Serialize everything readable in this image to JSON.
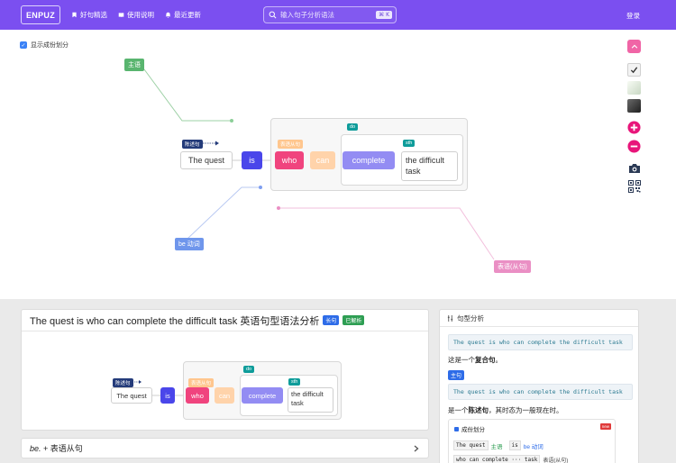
{
  "nav": {
    "brand": "ENPUZ",
    "items": [
      {
        "label": "好句精选",
        "icon": "bookmark-icon"
      },
      {
        "label": "使用说明",
        "icon": "book-icon"
      },
      {
        "label": "最近更新",
        "icon": "bell-icon"
      }
    ],
    "search_placeholder": "输入句子分析语法",
    "search_shortcut": "⌘ K",
    "login": "登录"
  },
  "canvas": {
    "toggle_label": "显示成份划分",
    "toggle_checked": true,
    "callouts": {
      "subject": "主语",
      "be": "be 动词",
      "predicative": "表语(从句)"
    },
    "sentence_type": "陈述句",
    "clause_tag": "表语从句",
    "tag_do": "do",
    "tag_sth": "sth",
    "words": {
      "subject": "The quest",
      "verb": "is",
      "who": "who",
      "can": "can",
      "complete": "complete",
      "object": "the difficult task"
    }
  },
  "colors": {
    "nav": "#7b4ff0",
    "subject": "#59b56f",
    "be": "#6f96ec",
    "predicative": "#ea8fc4",
    "verb": "#4a46ea",
    "who": "#f0447e",
    "can": "#ffd3aa",
    "complete": "#938cf3",
    "teal": "#0e9c9a"
  },
  "toolbar": {
    "items": [
      "arrow-up-icon",
      "check-swatch-icon",
      "light-swatch-icon",
      "dark-swatch-icon",
      "zoom-in-icon",
      "zoom-out-icon",
      "camera-icon",
      "qrcode-icon"
    ]
  },
  "main_card": {
    "title": "The quest is who can complete the difficult task 英语句型语法分析",
    "badge_long": "长句",
    "badge_solved": "已解析",
    "sentence_type": "陈述句",
    "clause_tag": "表语从句",
    "tag_do": "do",
    "tag_sth": "sth",
    "words": {
      "subject": "The quest",
      "verb": "is",
      "who": "who",
      "can": "can",
      "complete": "complete",
      "object": "the difficult task"
    }
  },
  "accordion": {
    "label_em": "be.",
    "label_rest": " + 表语从句"
  },
  "side_card": {
    "title": "句型分析",
    "sentence_code": "The quest is who can complete the difficult task",
    "line1_prefix": "这是一个",
    "line1_bold": "复合句",
    "line1_suffix": "。",
    "clause_tag": "主句",
    "line2_prefix": "是一个",
    "line2_bold": "陈述句",
    "line2_suffix": "，其时态为一般现在时。",
    "parts_title": "成份划分",
    "parts_badge": "new",
    "row1_words": "The quest",
    "row1_label": "主语",
    "row1_verb": "is",
    "row1_verb_label": "be 动词",
    "row2_words": "who can complete ··· task",
    "row2_label": "表语(从句)"
  }
}
